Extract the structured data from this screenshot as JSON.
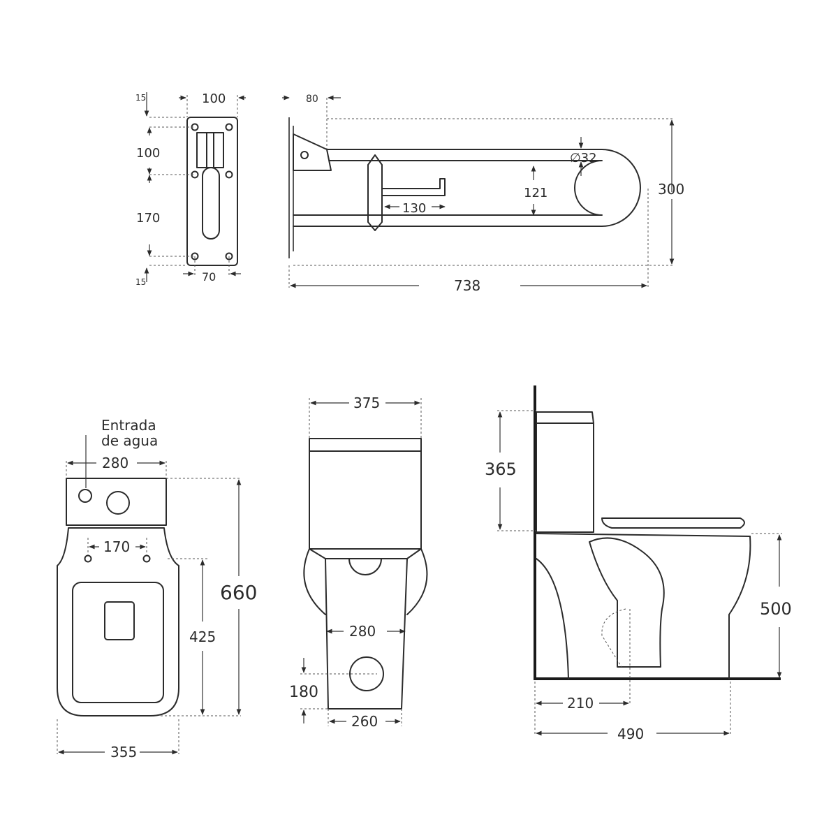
{
  "grab_bar_plate": {
    "label_top_margin": "15",
    "label_plate_width": "100",
    "label_hole_spacing_top": "100",
    "label_hole_spacing_bottom": "170",
    "label_bottom_margin": "15",
    "label_hole_width": "70"
  },
  "grab_bar_side": {
    "label_bracket_depth": "80",
    "label_tube_diameter": "∅32",
    "label_inner_gap": "121",
    "label_holder_length": "130",
    "label_height": "300",
    "label_length": "738"
  },
  "toilet_top": {
    "label_water_inlet_line1": "Entrada",
    "label_water_inlet_line2": "de agua",
    "label_tank_width": "280",
    "label_bolt_spacing": "170",
    "label_total_depth": "660",
    "label_seat_depth": "425",
    "label_width": "355"
  },
  "toilet_front": {
    "label_tank_width": "375",
    "label_base_width": "280",
    "label_outlet_height": "180",
    "label_foot_width": "260"
  },
  "toilet_side": {
    "label_tank_height": "365",
    "label_seat_height": "500",
    "label_outlet_distance": "210",
    "label_total_depth": "490"
  }
}
